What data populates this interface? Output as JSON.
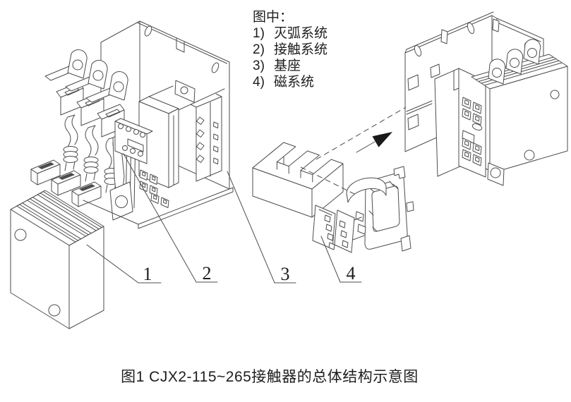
{
  "figure": {
    "legend": {
      "title": "图中：",
      "items": [
        {
          "no": "1)",
          "label": "灭弧系统"
        },
        {
          "no": "2)",
          "label": "接触系统"
        },
        {
          "no": "3)",
          "label": "基座"
        },
        {
          "no": "4)",
          "label": "磁系统"
        }
      ]
    },
    "callouts": [
      "1",
      "2",
      "3",
      "4"
    ],
    "caption": "图1 CJX2-115~265接触器的总体结构示意图"
  },
  "colors": {
    "line": "#4d4d4d",
    "text": "#1d1d1d",
    "arrow": "#1a1a1a",
    "background": "#ffffff"
  }
}
